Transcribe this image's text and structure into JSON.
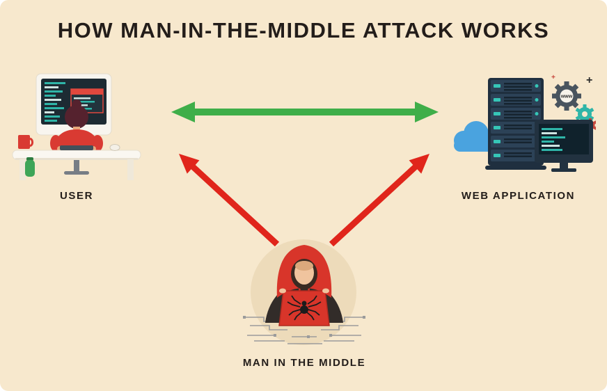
{
  "title": "HOW MAN-IN-THE-MIDDLE ATTACK WORKS",
  "nodes": {
    "user": {
      "label": "USER"
    },
    "web_application": {
      "label": "WEB APPLICATION"
    },
    "man_in_the_middle": {
      "label": "MAN IN THE MIDDLE"
    }
  },
  "connections": [
    {
      "from": "user",
      "to": "web_application",
      "type": "double-arrow",
      "style": "direct",
      "color": "#3fae49"
    },
    {
      "from": "man_in_the_middle",
      "to": "user",
      "type": "arrow",
      "style": "intercept",
      "color": "#e0251b"
    },
    {
      "from": "man_in_the_middle",
      "to": "web_application",
      "type": "arrow",
      "style": "intercept",
      "color": "#e0251b"
    }
  ],
  "decorations": {
    "gear_badge_text": "www"
  },
  "colors": {
    "background": "#f7e8cd",
    "text": "#231d1a",
    "arrow_direct": "#3fae49",
    "arrow_intercept": "#e0251b",
    "accent_red": "#d8352a",
    "accent_teal": "#2fb5a8",
    "accent_blue": "#4aa3df",
    "dark_navy": "#1f2f3f"
  }
}
